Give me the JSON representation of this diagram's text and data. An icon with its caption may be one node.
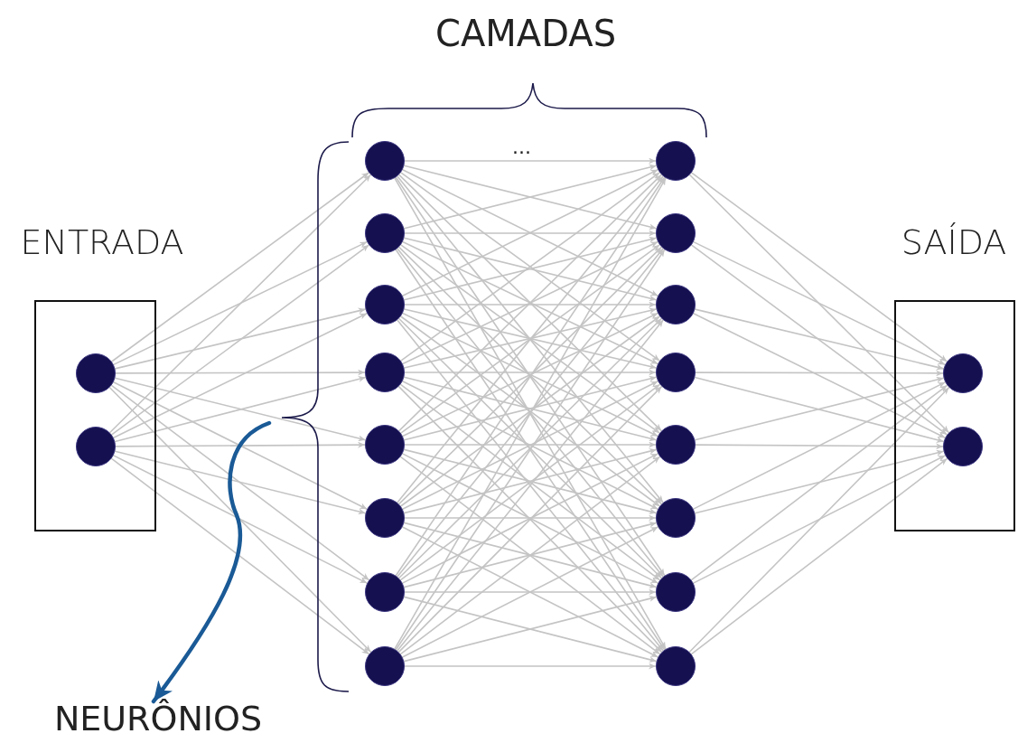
{
  "diagram": {
    "nodes": [
      {
        "text": [
          "ENTRADA"
        ]
      },
      {
        "text": [],
        "shape": "circle",
        "in": 0
      },
      {
        "text": [],
        "shape": "circle",
        "in": 0
      },
      {
        "text": [],
        "shape": "circle"
      },
      {
        "text": [],
        "shape": "circle"
      },
      {
        "text": [],
        "shape": "circle"
      },
      {
        "text": [],
        "shape": "circle"
      },
      {
        "text": [],
        "shape": "circle"
      },
      {
        "text": [],
        "shape": "circle"
      },
      {
        "text": [],
        "shape": "circle"
      },
      {
        "text": [],
        "shape": "circle"
      },
      {
        "text": [],
        "shape": "circle"
      },
      {
        "text": [],
        "shape": "circle"
      },
      {
        "text": [],
        "shape": "circle"
      },
      {
        "text": [],
        "shape": "circle"
      },
      {
        "text": [],
        "shape": "circle"
      },
      {
        "text": [],
        "shape": "circle"
      },
      {
        "text": [],
        "shape": "circle"
      },
      {
        "text": [],
        "shape": "circle"
      },
      {
        "text": [
          "SAÍDA"
        ]
      },
      {
        "text": [],
        "shape": "circle",
        "in": 19
      },
      {
        "text": [],
        "shape": "circle",
        "in": 19
      },
      {
        "text": [
          "NEURÔNIOS"
        ]
      }
    ],
    "edges": [
      {
        "from": 1,
        "to": 3,
        "arrow": "to"
      },
      {
        "from": 1,
        "to": 4,
        "arrow": "to"
      },
      {
        "from": 1,
        "to": 5,
        "arrow": "to"
      },
      {
        "from": 1,
        "to": 6,
        "arrow": "to"
      },
      {
        "from": 1,
        "to": 7,
        "arrow": "to"
      },
      {
        "from": 1,
        "to": 8,
        "arrow": "to"
      },
      {
        "from": 1,
        "to": 9,
        "arrow": "to"
      },
      {
        "from": 1,
        "to": 10,
        "arrow": "to"
      },
      {
        "from": 2,
        "to": 3,
        "arrow": "to"
      },
      {
        "from": 2,
        "to": 4,
        "arrow": "to"
      },
      {
        "from": 2,
        "to": 5,
        "arrow": "to"
      },
      {
        "from": 2,
        "to": 6,
        "arrow": "to"
      },
      {
        "from": 2,
        "to": 7,
        "arrow": "to"
      },
      {
        "from": 2,
        "to": 8,
        "arrow": "to"
      },
      {
        "from": 2,
        "to": 9,
        "arrow": "to"
      },
      {
        "from": 2,
        "to": 10,
        "arrow": "to"
      },
      {
        "from": 3,
        "to": 11,
        "arrow": "to"
      },
      {
        "from": 3,
        "to": 12,
        "arrow": "to"
      },
      {
        "from": 3,
        "to": 13,
        "arrow": "to"
      },
      {
        "from": 3,
        "to": 14,
        "arrow": "to"
      },
      {
        "from": 3,
        "to": 15,
        "arrow": "to"
      },
      {
        "from": 3,
        "to": 16,
        "arrow": "to"
      },
      {
        "from": 3,
        "to": 17,
        "arrow": "to"
      },
      {
        "from": 3,
        "to": 18,
        "arrow": "to"
      },
      {
        "from": 4,
        "to": 11,
        "arrow": "to"
      },
      {
        "from": 4,
        "to": 12,
        "arrow": "to"
      },
      {
        "from": 4,
        "to": 13,
        "arrow": "to"
      },
      {
        "from": 4,
        "to": 14,
        "arrow": "to"
      },
      {
        "from": 4,
        "to": 15,
        "arrow": "to"
      },
      {
        "from": 4,
        "to": 16,
        "arrow": "to"
      },
      {
        "from": 4,
        "to": 17,
        "arrow": "to"
      },
      {
        "from": 4,
        "to": 18,
        "arrow": "to"
      },
      {
        "from": 5,
        "to": 11,
        "arrow": "to"
      },
      {
        "from": 5,
        "to": 12,
        "arrow": "to"
      },
      {
        "from": 5,
        "to": 13,
        "arrow": "to"
      },
      {
        "from": 5,
        "to": 14,
        "arrow": "to"
      },
      {
        "from": 5,
        "to": 15,
        "arrow": "to"
      },
      {
        "from": 5,
        "to": 16,
        "arrow": "to"
      },
      {
        "from": 5,
        "to": 17,
        "arrow": "to"
      },
      {
        "from": 5,
        "to": 18,
        "arrow": "to"
      },
      {
        "from": 6,
        "to": 11,
        "arrow": "to"
      },
      {
        "from": 6,
        "to": 12,
        "arrow": "to"
      },
      {
        "from": 6,
        "to": 13,
        "arrow": "to"
      },
      {
        "from": 6,
        "to": 14,
        "arrow": "to"
      },
      {
        "from": 6,
        "to": 15,
        "arrow": "to"
      },
      {
        "from": 6,
        "to": 16,
        "arrow": "to"
      },
      {
        "from": 6,
        "to": 17,
        "arrow": "to"
      },
      {
        "from": 6,
        "to": 18,
        "arrow": "to"
      },
      {
        "from": 7,
        "to": 11,
        "arrow": "to"
      },
      {
        "from": 7,
        "to": 12,
        "arrow": "to"
      },
      {
        "from": 7,
        "to": 13,
        "arrow": "to"
      },
      {
        "from": 7,
        "to": 14,
        "arrow": "to"
      },
      {
        "from": 7,
        "to": 15,
        "arrow": "to"
      },
      {
        "from": 7,
        "to": 16,
        "arrow": "to"
      },
      {
        "from": 7,
        "to": 17,
        "arrow": "to"
      },
      {
        "from": 7,
        "to": 18,
        "arrow": "to"
      },
      {
        "from": 8,
        "to": 11,
        "arrow": "to"
      },
      {
        "from": 8,
        "to": 12,
        "arrow": "to"
      },
      {
        "from": 8,
        "to": 13,
        "arrow": "to"
      },
      {
        "from": 8,
        "to": 14,
        "arrow": "to"
      },
      {
        "from": 8,
        "to": 15,
        "arrow": "to"
      },
      {
        "from": 8,
        "to": 16,
        "arrow": "to"
      },
      {
        "from": 8,
        "to": 17,
        "arrow": "to"
      },
      {
        "from": 8,
        "to": 18,
        "arrow": "to"
      },
      {
        "from": 9,
        "to": 11,
        "arrow": "to"
      },
      {
        "from": 9,
        "to": 12,
        "arrow": "to"
      },
      {
        "from": 9,
        "to": 13,
        "arrow": "to"
      },
      {
        "from": 9,
        "to": 14,
        "arrow": "to"
      },
      {
        "from": 9,
        "to": 15,
        "arrow": "to"
      },
      {
        "from": 9,
        "to": 16,
        "arrow": "to"
      },
      {
        "from": 9,
        "to": 17,
        "arrow": "to"
      },
      {
        "from": 9,
        "to": 18,
        "arrow": "to"
      },
      {
        "from": 10,
        "to": 11,
        "arrow": "to"
      },
      {
        "from": 10,
        "to": 12,
        "arrow": "to"
      },
      {
        "from": 10,
        "to": 13,
        "arrow": "to"
      },
      {
        "from": 10,
        "to": 14,
        "arrow": "to"
      },
      {
        "from": 10,
        "to": 15,
        "arrow": "to"
      },
      {
        "from": 10,
        "to": 16,
        "arrow": "to"
      },
      {
        "from": 10,
        "to": 17,
        "arrow": "to"
      },
      {
        "from": 10,
        "to": 18,
        "arrow": "to"
      },
      {
        "from": 11,
        "to": 20,
        "arrow": "to"
      },
      {
        "from": 11,
        "to": 21,
        "arrow": "to"
      },
      {
        "from": 12,
        "to": 20,
        "arrow": "to"
      },
      {
        "from": 12,
        "to": 21,
        "arrow": "to"
      },
      {
        "from": 13,
        "to": 20,
        "arrow": "to"
      },
      {
        "from": 13,
        "to": 21,
        "arrow": "to"
      },
      {
        "from": 14,
        "to": 20,
        "arrow": "to"
      },
      {
        "from": 14,
        "to": 21,
        "arrow": "to"
      },
      {
        "from": 15,
        "to": 20,
        "arrow": "to"
      },
      {
        "from": 15,
        "to": 21,
        "arrow": "to"
      },
      {
        "from": 16,
        "to": 20,
        "arrow": "to"
      },
      {
        "from": 16,
        "to": 21,
        "arrow": "to"
      },
      {
        "from": 17,
        "to": 20,
        "arrow": "to"
      },
      {
        "from": 17,
        "to": 21,
        "arrow": "to"
      },
      {
        "from": 18,
        "to": 20,
        "arrow": "to"
      },
      {
        "from": 18,
        "to": 21,
        "arrow": "to"
      },
      {
        "from": null,
        "to": 22,
        "arrow": "to",
        "style": "thick",
        "color": "#1a5a96"
      }
    ],
    "labels": [
      "CAMADAS",
      "..."
    ]
  }
}
